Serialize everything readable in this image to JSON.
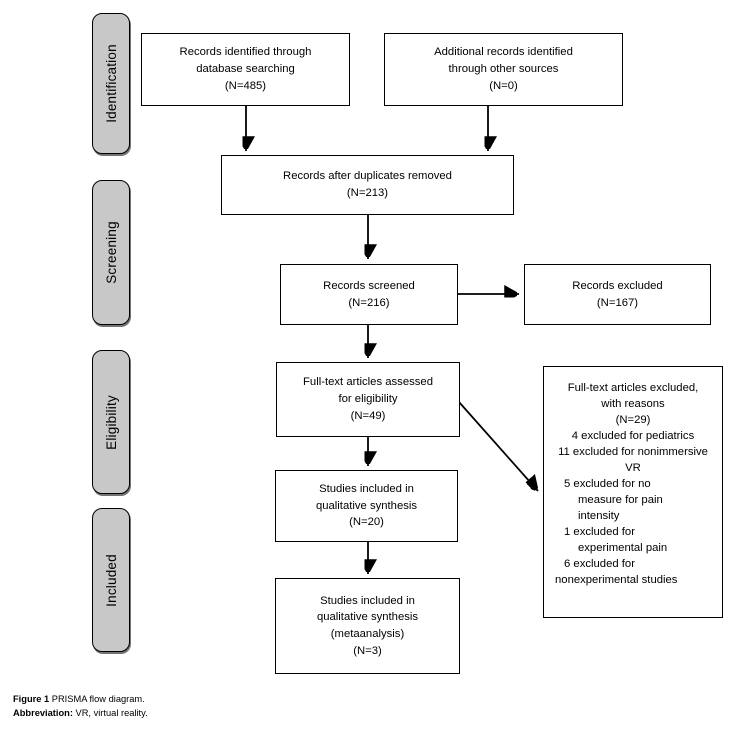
{
  "colors": {
    "stage_fill": "#c8c8c8",
    "box_border": "#000000",
    "background": "#ffffff",
    "text": "#000000"
  },
  "stages": [
    {
      "label": "Identification"
    },
    {
      "label": "Screening"
    },
    {
      "label": "Eligibility"
    },
    {
      "label": "Included"
    }
  ],
  "boxes": {
    "records_identified": "Records identified through\ndatabase searching\n(N=485)",
    "additional_records": "Additional records identified\nthrough other sources\n(N=0)",
    "duplicates_removed": "Records after duplicates removed\n(N=213)",
    "records_screened": "Records screened\n(N=216)",
    "records_excluded": "Records excluded\n(N=167)",
    "fulltext_assessed": "Full-text articles assessed\nfor eligibility\n(N=49)",
    "qualitative_synthesis": "Studies included in\nqualitative synthesis\n(N=20)",
    "meta_analysis": "Studies included in\nqualitative synthesis\n(metaanalysis)\n(N=3)",
    "fulltext_excluded": {
      "lines": [
        "Full-text articles excluded,",
        "with reasons",
        "(N=29)",
        "4 excluded for pediatrics",
        "11 excluded for nonimmersive",
        "VR",
        "5 excluded for no",
        "measure for pain",
        "intensity",
        "1 excluded for",
        "experimental pain",
        "6 excluded for",
        "nonexperimental studies"
      ]
    }
  },
  "caption": {
    "figure_label": "Figure 1",
    "figure_text": " PRISMA flow diagram.",
    "abbreviation_label": "Abbreviation:",
    "abbreviation_text": " VR, virtual reality."
  }
}
